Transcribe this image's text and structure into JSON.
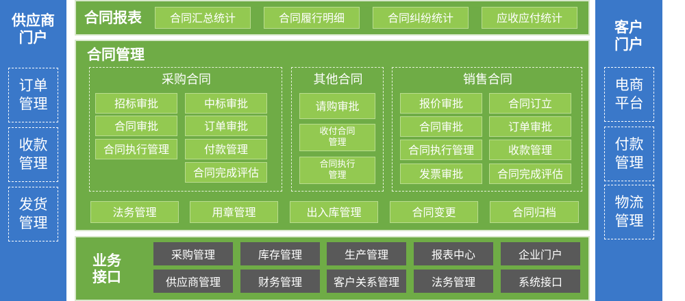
{
  "supplier_portal": {
    "title": "供应商\n门户",
    "items": [
      "订单\n管理",
      "收款\n管理",
      "发货\n管理"
    ]
  },
  "customer_portal": {
    "title": "客户\n门户",
    "items": [
      "电商\n平台",
      "付款\n管理",
      "物流\n管理"
    ]
  },
  "contract_report": {
    "title": "合同报表",
    "buttons": [
      "合同汇总统计",
      "合同履行明细",
      "合同纠纷统计",
      "应收应付统计"
    ]
  },
  "contract_management": {
    "title": "合同管理",
    "purchase": {
      "title": "采购合同",
      "left": [
        "招标审批",
        "合同审批",
        "合同执行管理"
      ],
      "right": [
        "中标审批",
        "订单审批",
        "付款管理",
        "合同完成评估"
      ]
    },
    "other": {
      "title": "其他合同",
      "items": [
        "请购审批",
        "收付合同\n管理",
        "合同执行\n管理"
      ]
    },
    "sales": {
      "title": "销售合同",
      "left": [
        "报价审批",
        "合同审批",
        "合同执行管理",
        "发票审批"
      ],
      "right": [
        "合同订立",
        "订单审批",
        "收款管理",
        "合同完成评估"
      ]
    },
    "bottom": [
      "法务管理",
      "用章管理",
      "出入库管理",
      "合同变更",
      "合同归档"
    ]
  },
  "business_interface": {
    "title": "业务\n接口",
    "row1": [
      "采购管理",
      "库存管理",
      "生产管理",
      "报表中心",
      "企业门户"
    ],
    "row2": [
      "供应商管理",
      "财务管理",
      "客户关系管理",
      "法务管理",
      "系统接口"
    ]
  },
  "colors": {
    "sidebar_blue": "#3a78c9",
    "panel_green": "#6fac46",
    "button_green": "#93c951",
    "interface_gray": "#595959"
  }
}
